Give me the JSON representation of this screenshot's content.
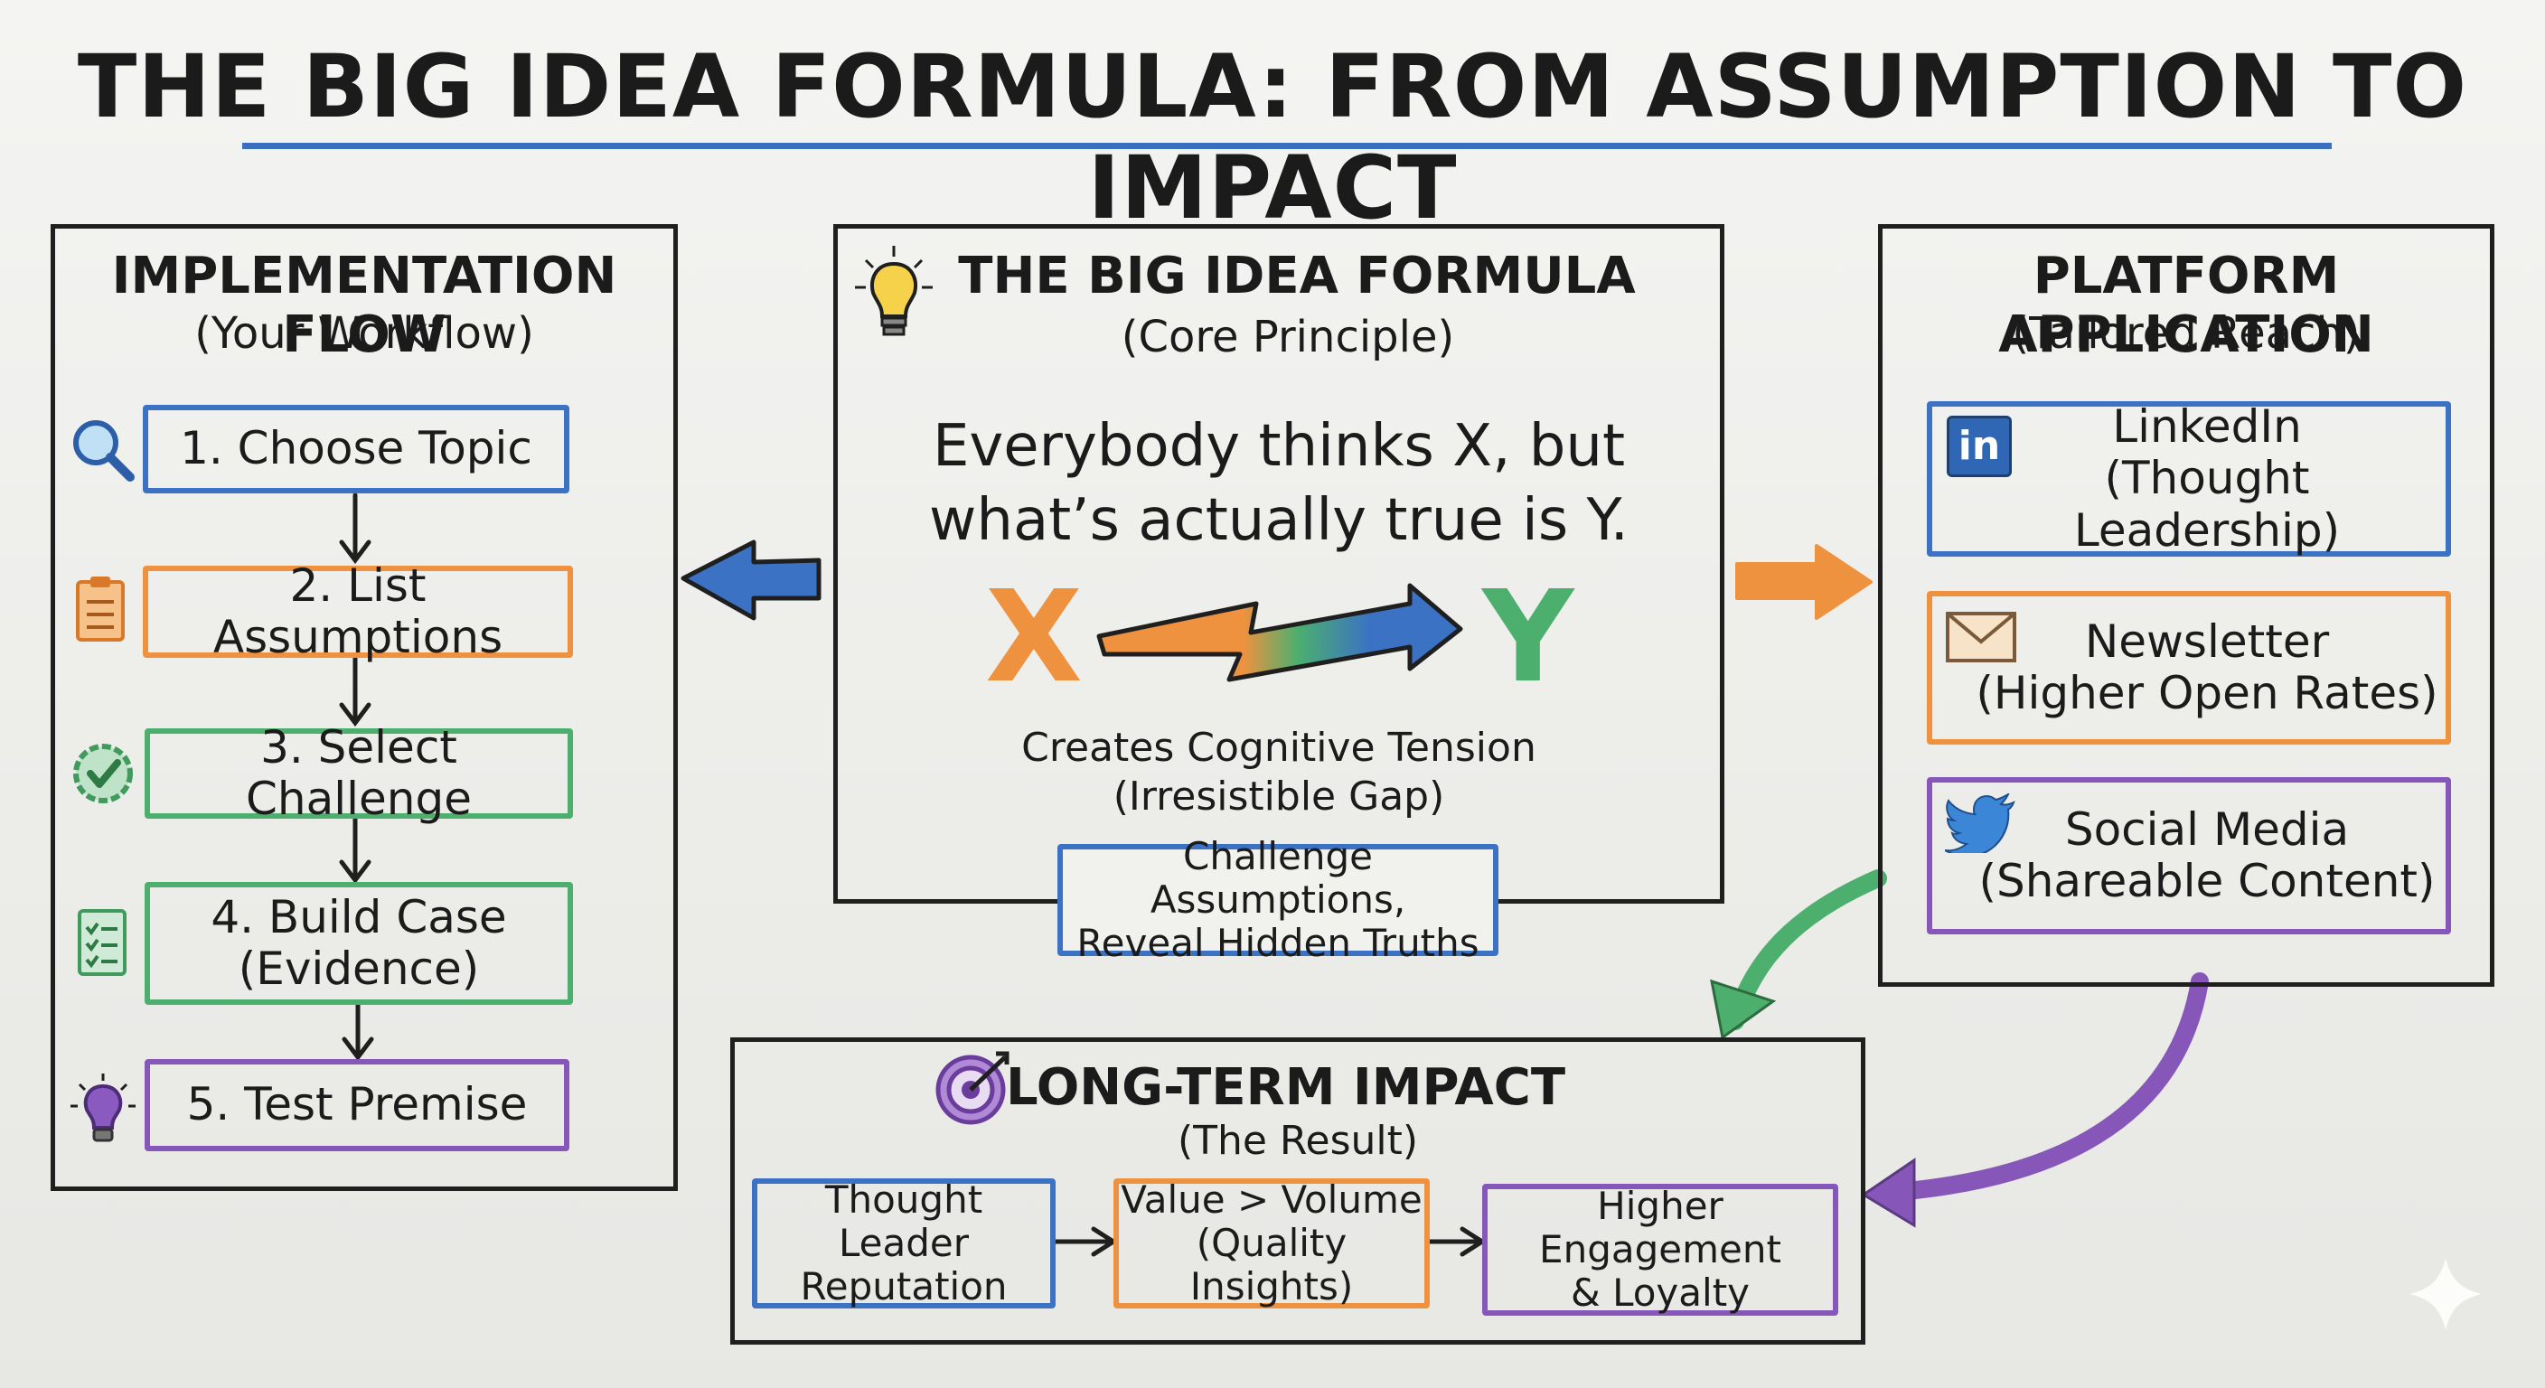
{
  "title": "THE BIG IDEA FORMULA: FROM ASSUMPTION TO IMPACT",
  "implementation": {
    "title": "IMPLEMENTATION FLOW",
    "subtitle": "(Your Workflow)",
    "steps": [
      {
        "line1": "1. Choose Topic",
        "line2": "",
        "icon": "magnifier-icon"
      },
      {
        "line1": "2. List Assumptions",
        "line2": "",
        "icon": "clipboard-icon"
      },
      {
        "line1": "3. Select Challenge",
        "line2": "",
        "icon": "check-badge-icon"
      },
      {
        "line1": "4. Build Case",
        "line2": "(Evidence)",
        "icon": "checklist-icon"
      },
      {
        "line1": "5. Test Premise",
        "line2": "",
        "icon": "lightbulb-icon"
      }
    ]
  },
  "formula": {
    "title": "THE BIG IDEA FORMULA",
    "subtitle": "(Core Principle)",
    "statement_line1": "Everybody thinks X, but",
    "statement_line2": "what’s actually true is Y.",
    "x_letter": "X",
    "y_letter": "Y",
    "tension_line1": "Creates Cognitive Tension",
    "tension_line2": "(Irresistible Gap)",
    "challenge_line1": "Challenge Assumptions,",
    "challenge_line2": "Reveal Hidden Truths"
  },
  "platform": {
    "title": "PLATFORM APPLICATION",
    "subtitle": "(Tailored Reach)",
    "items": [
      {
        "line1": "LinkedIn",
        "line2": "(Thought Leadership)",
        "icon": "linkedin-icon",
        "icon_text": "in"
      },
      {
        "line1": "Newsletter",
        "line2": "(Higher Open Rates)",
        "icon": "envelope-icon"
      },
      {
        "line1": "Social Media",
        "line2": "(Shareable Content)",
        "icon": "twitter-bird-icon"
      }
    ]
  },
  "impact": {
    "title": "LONG-TERM IMPACT",
    "subtitle": "(The Result)",
    "boxes": [
      {
        "line1": "Thought Leader",
        "line2": "Reputation"
      },
      {
        "line1": "Value > Volume",
        "line2": "(Quality Insights)"
      },
      {
        "line1": "Higher Engagement",
        "line2": "& Loyalty"
      }
    ]
  },
  "colors": {
    "blue": "#3b72c4",
    "orange": "#ee9240",
    "green": "#4caf6e",
    "purple": "#8656b8",
    "ink": "#1f1f1f"
  }
}
